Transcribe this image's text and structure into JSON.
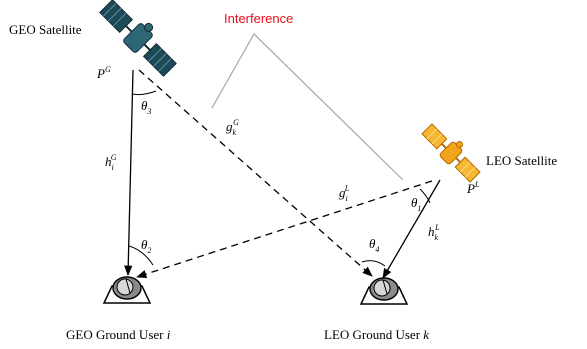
{
  "labels": {
    "geo_satellite": "GEO Satellite",
    "leo_satellite": "LEO Satellite",
    "interference": "Interference",
    "geo_user_prefix": "GEO Ground User ",
    "geo_user_var": "i",
    "leo_user_prefix": "LEO Ground User ",
    "leo_user_var": "k"
  },
  "symbols": {
    "p_g_base": "P",
    "p_g_sup": "G",
    "p_l_base": "P",
    "p_l_sup": "L",
    "theta1": "θ",
    "theta1_sub": "1",
    "theta2": "θ",
    "theta2_sub": "2",
    "theta3": "θ",
    "theta3_sub": "3",
    "theta4": "θ",
    "theta4_sub": "4",
    "h_i_g_base": "h",
    "h_i_g_sub": "i",
    "h_i_g_sup": "G",
    "h_k_l_base": "h",
    "h_k_l_sub": "k",
    "h_k_l_sup": "L",
    "g_k_g_base": "g",
    "g_k_g_sub": "k",
    "g_k_g_sup": "G",
    "g_i_l_base": "g",
    "g_i_l_sub": "i",
    "g_i_l_sup": "L"
  },
  "colors": {
    "interference": "#e8101a",
    "geo_sat_body": "#1c4a57",
    "leo_sat_body": "#f2a51a",
    "interference_lines": "#a6a6a6"
  }
}
